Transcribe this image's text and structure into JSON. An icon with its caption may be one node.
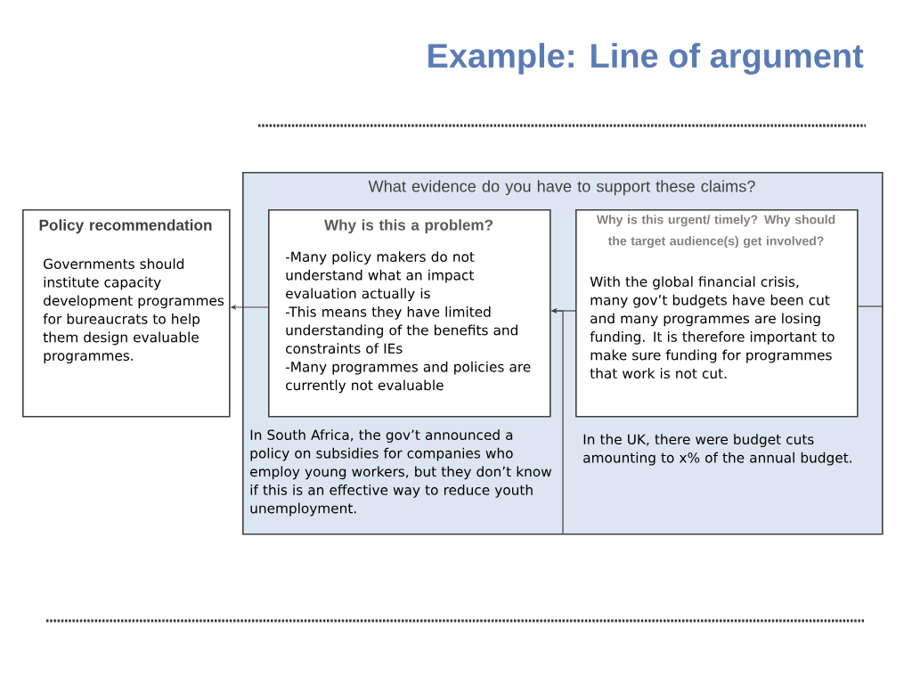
{
  "diagram": {
    "title": "Example: Line of argument",
    "nodes": [
      {
        "text": [
          "Policy recommendation",
          "Governments should institute capacity development programmes for bureaucrats to help them design evaluable programmes."
        ]
      },
      {
        "text": [
          "What evidence do you have to support these claims?"
        ]
      },
      {
        "text": [
          "Why is this a problem?",
          "-Many policy makers do not understand what an impact evaluation actually is",
          "-This means they  have limited understanding of the benefits and constraints of IEs",
          "-Many programmes and policies are currently not evaluable"
        ],
        "in": 1
      },
      {
        "text": [
          "Why is this urgent/ timely? Why should the target audience(s) get involved?",
          "With the global financial crisis, many gov’t budgets have been cut and many programmes are losing funding. It is therefore important to make sure funding for programmes that work is not cut."
        ],
        "in": 1
      }
    ],
    "edges": [
      {
        "from": 2,
        "to": 0,
        "arrow": "to"
      },
      {
        "from": 3,
        "to": 2,
        "arrow": "to"
      },
      {
        "from": 3,
        "to": 1,
        "arrow": "none"
      },
      {
        "from": 1,
        "to": 2,
        "arrow": "to"
      }
    ],
    "labels": [
      "In South Africa, the gov’t announced a policy on subsidies for companies who employ young workers, but they don’t know if this is an effective way to reduce youth unemployment.",
      "In the UK, there were budget cuts amounting to x% of the annual budget."
    ]
  }
}
